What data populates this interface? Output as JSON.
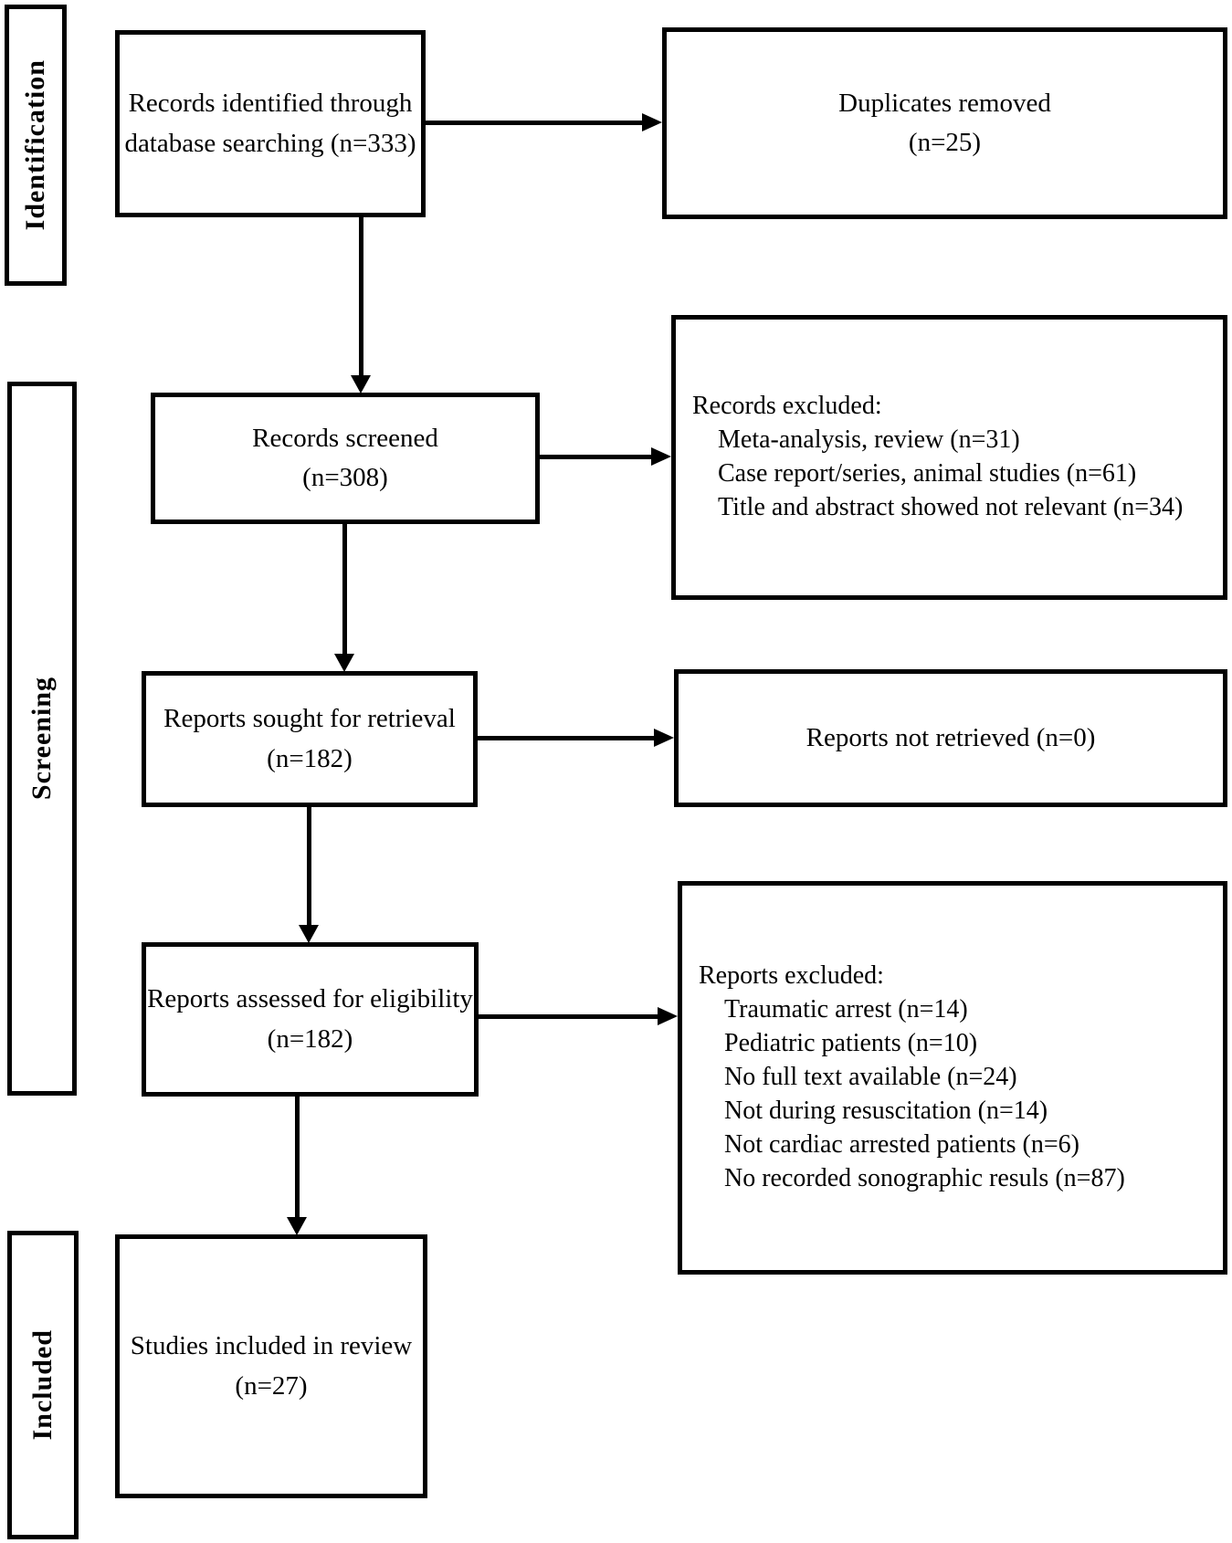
{
  "page": {
    "background_color": "#ffffff",
    "ink_color": "#000000"
  },
  "sidebar": {
    "identification": "Identification",
    "screening": "Screening",
    "included": "Included"
  },
  "flow": {
    "records_identified": {
      "line1": "Records identified through",
      "line2": "database searching (n=333)"
    },
    "duplicates_removed": {
      "line1": "Duplicates removed",
      "line2": "(n=25)"
    },
    "records_screened": {
      "line1": "Records screened",
      "line2": "(n=308)"
    },
    "records_excluded": {
      "heading": "Records excluded:",
      "items": [
        "Meta-analysis, review (n=31)",
        "Case report/series, animal studies (n=61)",
        "Title and abstract showed not relevant (n=34)"
      ]
    },
    "reports_sought": {
      "line1": "Reports sought for retrieval",
      "line2": "(n=182)"
    },
    "reports_not_retrieved": "Reports not retrieved (n=0)",
    "reports_assessed": {
      "line1": "Reports assessed for eligibility",
      "line2": "(n=182)"
    },
    "reports_excluded": {
      "heading": "Reports excluded:",
      "items": [
        "Traumatic arrest (n=14)",
        "Pediatric patients (n=10)",
        "No full text available (n=24)",
        "Not during resuscitation (n=14)",
        "Not cardiac arrested patients (n=6)",
        "No recorded sonographic resuls (n=87)"
      ]
    },
    "studies_included": {
      "line1": "Studies included in review",
      "line2": "(n=27)"
    }
  }
}
